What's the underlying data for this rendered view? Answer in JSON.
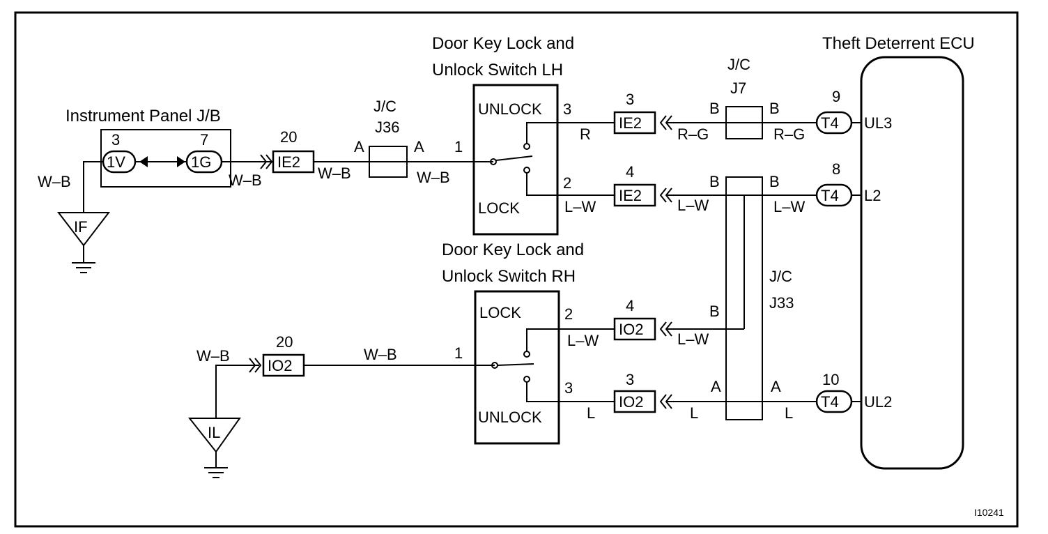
{
  "components": {
    "ecu": "Theft Deterrent ECU",
    "ip_jb": "Instrument Panel J/B",
    "switch_lh_line1": "Door Key Lock and",
    "switch_lh_line2": "Unlock Switch LH",
    "switch_rh_line1": "Door Key Lock and",
    "switch_rh_line2": "Unlock Switch RH",
    "jc": "J/C",
    "j36": "J36",
    "j7": "J7",
    "j33": "J33",
    "unlock": "UNLOCK",
    "lock": "LOCK"
  },
  "connectors": {
    "c1v": "1V",
    "c1g": "1G",
    "ie2": "IE2",
    "io2": "IO2",
    "t4": "T4"
  },
  "grounds": {
    "if": "IF",
    "il": "IL"
  },
  "ecu_terminals": {
    "ul3": "UL3",
    "l2": "L2",
    "ul2": "UL2"
  },
  "pins": {
    "p3": "3",
    "p7": "7",
    "p20": "20",
    "p1": "1",
    "p2": "2",
    "p4": "4",
    "p8": "8",
    "p9": "9",
    "p10": "10",
    "pa": "A",
    "pb": "B"
  },
  "wires": {
    "wb": "W–B",
    "r": "R",
    "rg": "R–G",
    "lw": "L–W",
    "l": "L"
  },
  "figure_id": "I10241"
}
